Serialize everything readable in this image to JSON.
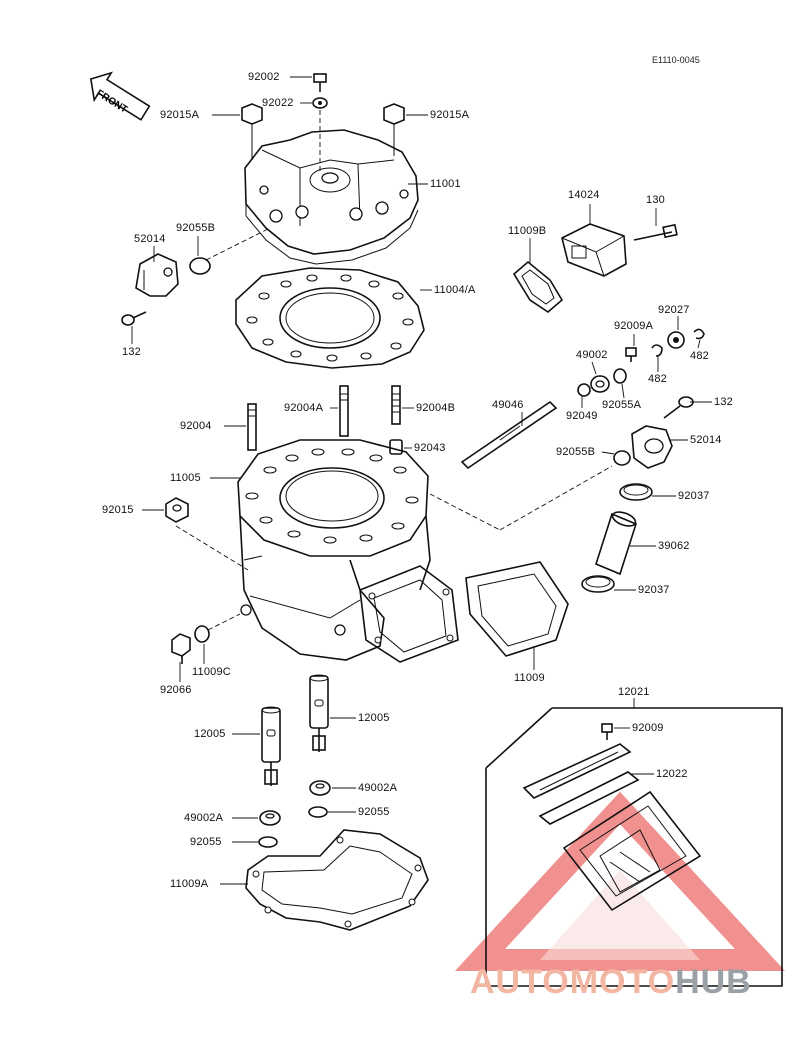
{
  "diagram_code": "E1110-0045",
  "front_arrow_label": "FRONT",
  "labels": [
    "92002",
    "92022",
    "92015A",
    "92015A",
    "11001",
    "92055B",
    "52014",
    "132",
    "11004/A",
    "14024",
    "130",
    "11009B",
    "92027",
    "92009A",
    "482",
    "482",
    "49002",
    "92049",
    "92055A",
    "132",
    "52014",
    "92055B",
    "49046",
    "92004A",
    "92004B",
    "92004",
    "92043",
    "11005",
    "92015",
    "92037",
    "39062",
    "92037",
    "11009",
    "92066",
    "11009C",
    "12005",
    "12005",
    "49002A",
    "49002A",
    "92055",
    "92055",
    "11009A",
    "12021",
    "92009",
    "12022"
  ],
  "watermark": {
    "part1": "AUTOMOTO",
    "part2": "HUB"
  },
  "colors": {
    "line": "#111111",
    "watermark_orange": "#f2b6a2",
    "watermark_grey": "#9aa0a6",
    "watermark_red": "#e53935"
  }
}
